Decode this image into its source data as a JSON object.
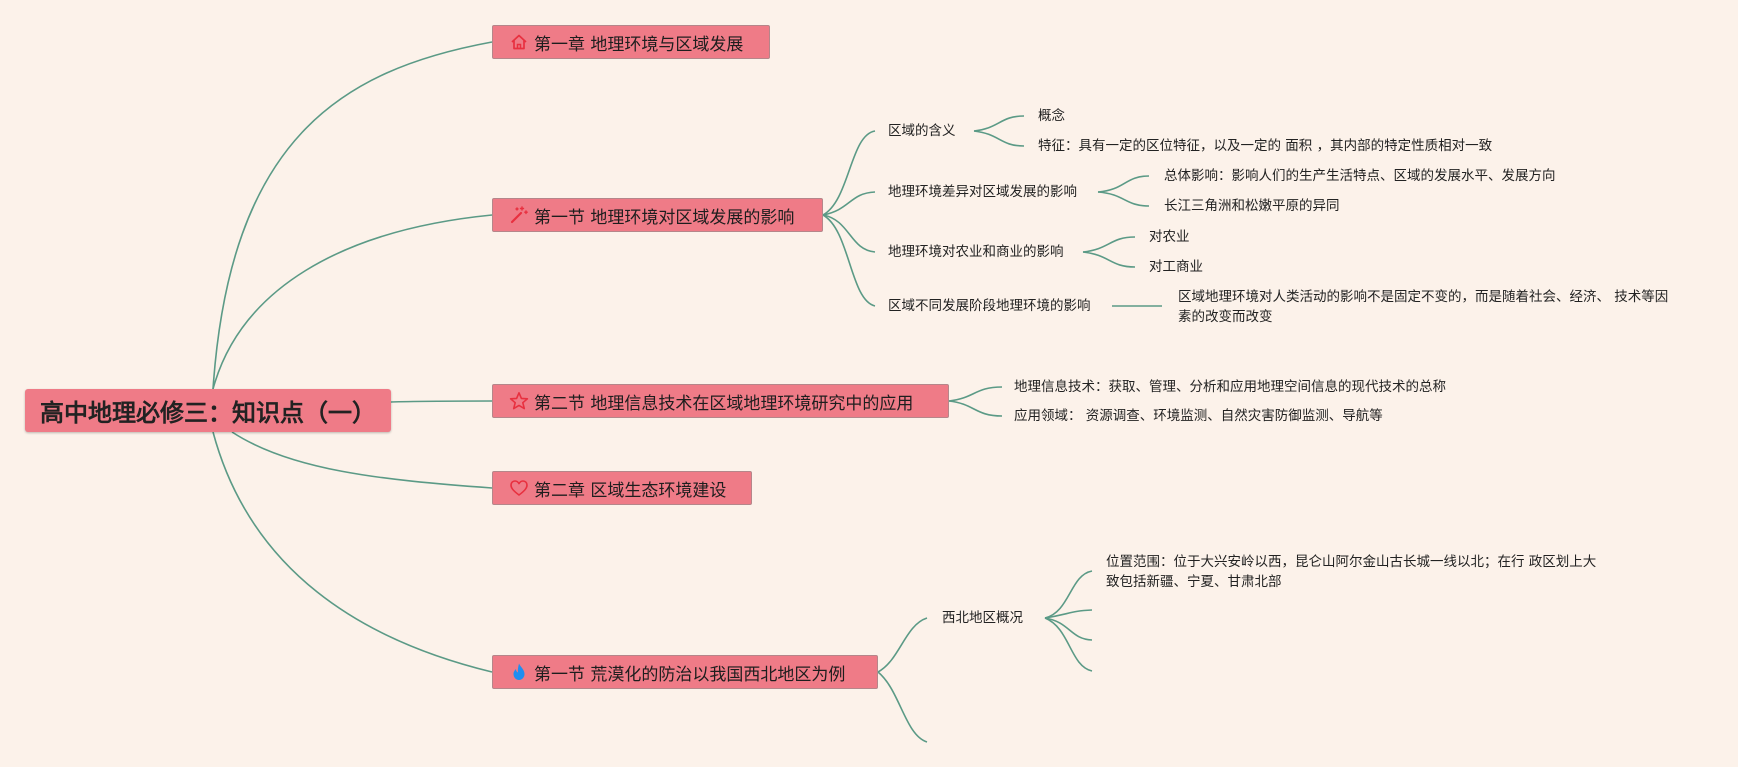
{
  "root": {
    "label": "高中地理必修三：知识点（一）"
  },
  "nodes": {
    "ch1": {
      "label": "第一章 地理环境与区域发展",
      "icon": "home-icon"
    },
    "s11": {
      "label": "第一节 地理环境对区域发展的影响",
      "icon": "wand-icon"
    },
    "s12": {
      "label": "第二节 地理信息技术在区域地理环境研究中的应用",
      "icon": "star-icon"
    },
    "ch2": {
      "label": "第二章 区域生态环境建设",
      "icon": "heart-icon"
    },
    "s21": {
      "label": "第一节 荒漠化的防治以我国西北地区为例",
      "icon": "flame-icon"
    }
  },
  "leaves": {
    "region_meaning": "区域的含义",
    "concept": "概念",
    "feature": "特征：具有一定的区位特征，以及一定的 面积 ，其内部的特定性质相对一致",
    "env_diff": "地理环境差异对区域发展的影响",
    "overall": "总体影响：影响人们的生产生活特点、区域的发展水平、发展方向",
    "yangtze": "长江三角洲和松嫩平原的异同",
    "env_agri": "地理环境对农业和商业的影响",
    "agri": "对农业",
    "industry": "对工商业",
    "stages": "区域不同发展阶段地理环境的影响",
    "stages_detail": "区域地理环境对人类活动的影响不是固定不变的，而是随着社会、经济、 技术等因素的改变而改变",
    "git": "地理信息技术：获取、管理、分析和应用地理空间信息的现代技术的总称",
    "fields": "应用领域： 资源调查、环境监测、自然灾害防御监测、导航等",
    "nw": "西北地区概况",
    "location": "位置范围：位于大兴安岭以西，昆仑山阿尔金山古长城一线以北；在行 政区划上大致包括新疆、宁夏、甘肃北部"
  },
  "colors": {
    "background": "#fcf2ea",
    "node_fill": "#ef7b87",
    "edge": "#5b9a86",
    "icon_red": "#e8303f",
    "icon_blue": "#1f8ef0"
  }
}
